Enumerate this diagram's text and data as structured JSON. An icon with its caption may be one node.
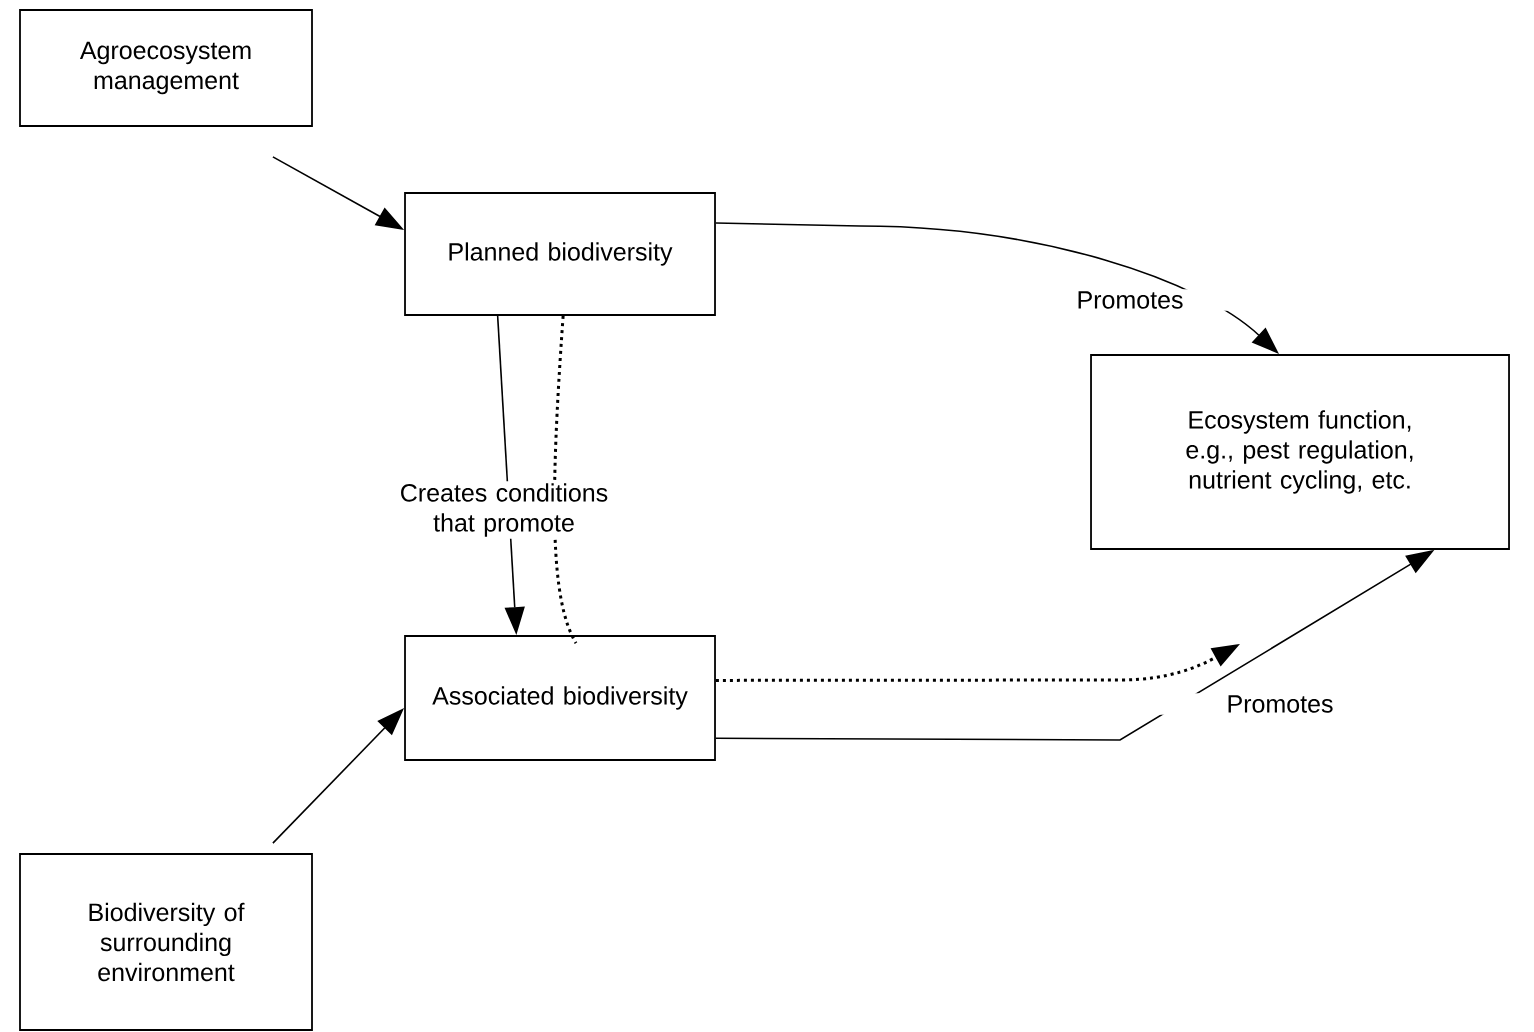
{
  "diagram": {
    "nodes": [
      {
        "text": [
          "Agroecosystem management"
        ]
      },
      {
        "text": [
          "Planned biodiversity"
        ]
      },
      {
        "text": [
          "Ecosystem function, e.g., pest regulation, nutrient cycling, etc."
        ]
      },
      {
        "text": [
          "Associated biodiversity"
        ]
      },
      {
        "text": [
          "Biodiversity of surrounding environment"
        ]
      }
    ],
    "edges": [
      {
        "from": 0,
        "to": 1,
        "arrow": "to"
      },
      {
        "from": 1,
        "to": 2,
        "arrow": "to",
        "label": "Promotes"
      },
      {
        "from": 1,
        "to": 3,
        "arrow": "to",
        "label": "Creates conditions that promote"
      },
      {
        "from": 1,
        "to": 3,
        "arrow": "none",
        "style": "dashed"
      },
      {
        "from": 3,
        "to": 2,
        "arrow": "to",
        "style": "dashed"
      },
      {
        "from": 3,
        "to": 2,
        "arrow": "to",
        "label": "Promotes"
      },
      {
        "from": 4,
        "to": 3,
        "arrow": "to"
      }
    ]
  }
}
